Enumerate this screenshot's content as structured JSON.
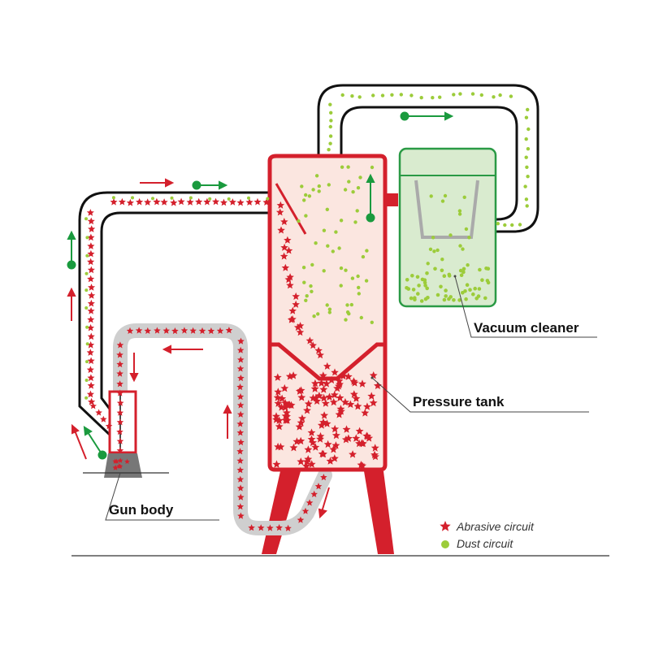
{
  "labels": {
    "vacuum_cleaner": "Vacuum cleaner",
    "pressure_tank": "Pressure tank",
    "gun_body": "Gun body"
  },
  "legend": {
    "abrasive": "Abrasive circuit",
    "dust": "Dust circuit"
  },
  "colors": {
    "abrasive": "#d4202c",
    "dust": "#9ccc3a",
    "flow_green": "#1a9a3e",
    "tank_fill": "#fbe6e0",
    "vacuum_fill": "#d9ebcf",
    "vacuum_border": "#2a9a45",
    "hose_grey": "#cfcfcf",
    "line": "#111111"
  },
  "icons": {
    "abrasive": "red-star-icon",
    "dust": "green-dot-icon"
  }
}
